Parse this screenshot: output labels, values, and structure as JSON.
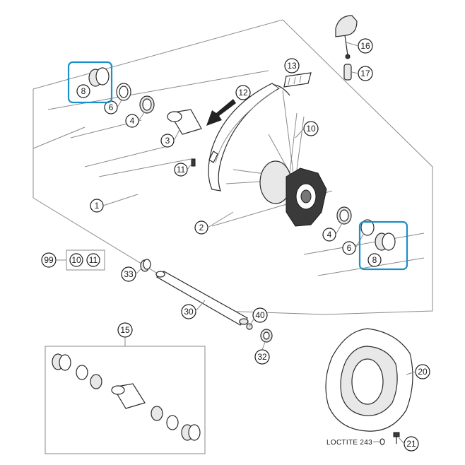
{
  "callouts": {
    "c1": "1",
    "c2": "2",
    "c3": "3",
    "c4a": "4",
    "c4b": "4",
    "c6a": "6",
    "c6b": "6",
    "c8a": "8",
    "c8b": "8",
    "c10a": "10",
    "c11a": "11",
    "c12": "12",
    "c13": "13",
    "c15": "15",
    "c16": "16",
    "c17": "17",
    "c20": "20",
    "c21": "21",
    "c30": "30",
    "c32": "32",
    "c33": "33",
    "c40": "40",
    "c99": "99",
    "c10b": "10",
    "c11b": "11"
  },
  "note": {
    "loctite": "LOCTITE 243"
  },
  "colors": {
    "highlight": "#1a8fc9"
  }
}
